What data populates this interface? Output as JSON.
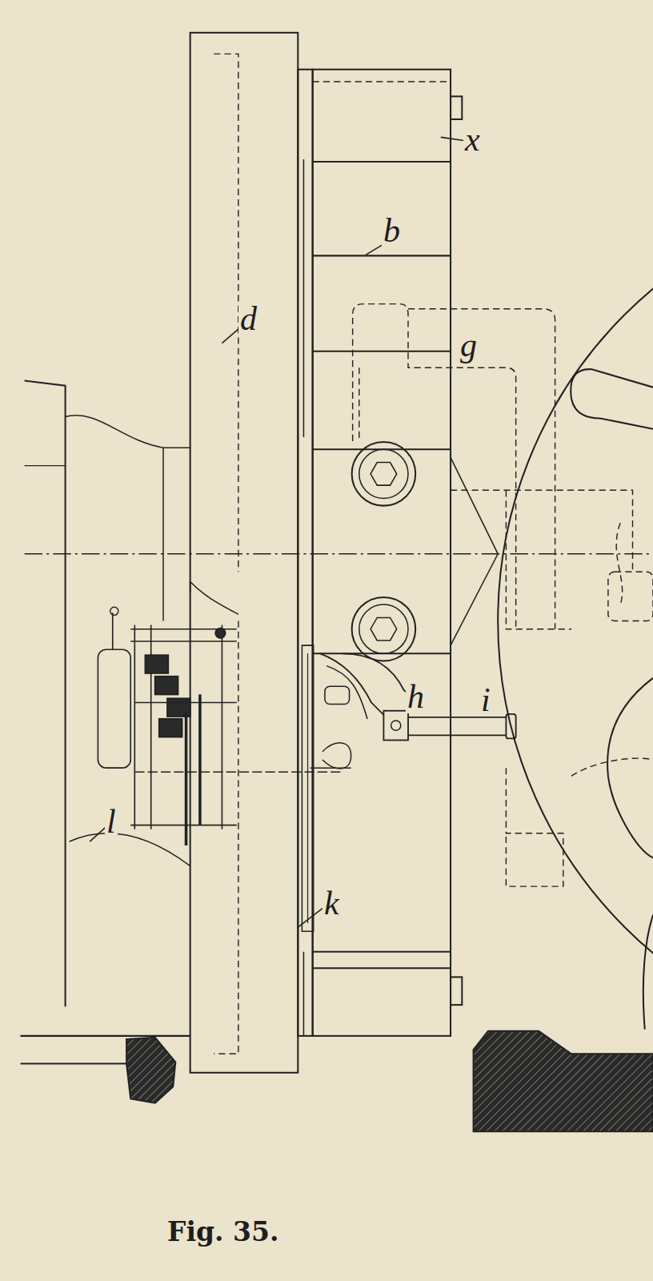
{
  "diagram": {
    "caption": "Fig. 35.",
    "labels": [
      "x",
      "b",
      "d",
      "g",
      "h",
      "i",
      "k",
      "l"
    ]
  }
}
